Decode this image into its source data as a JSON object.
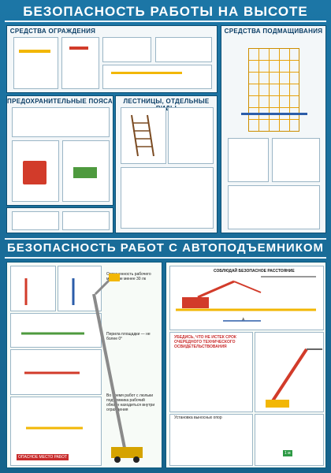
{
  "titles": {
    "main_top": "БЕЗОПАСНОСТЬ  РАБОТЫ  НА ВЫСОТЕ",
    "main_bottom": "БЕЗОПАСНОСТЬ РАБОТ С АВТОПОДЪЕМНИКОМ"
  },
  "sections": {
    "guards": "СРЕДСТВА ОГРАЖДЕНИЯ",
    "scaffolding": "СРЕДСТВА ПОДМАЩИВАНИЯ",
    "belts": "ПРЕДОХРАНИТЕЛЬНЫЕ ПОЯСА",
    "ladders": "ЛЕСТНИЦЫ, ОТДЕЛЬНЫЕ ВИДЫ"
  },
  "lift": {
    "keep_distance": "СОБЛЮДАЙ БЕЗОПАСНОЕ РАССТОЯНИЕ",
    "lighting_note": "Освещенность рабочего места не менее 30 лк",
    "railing_note": "Перила площадки — не более 0°",
    "basket_note": "Во время работ с люльки подъемника рабочий обязан находиться внутри ограждения",
    "zone_label": "ОПАСНОЕ МЕСТО РАБОТ",
    "check_label": "УБЕДИСЬ, ЧТО НЕ ИСТЕК СРОК ОЧЕРЕДНОГО ТЕХНИЧЕСКОГО ОСВИДЕТЕЛЬСТВОВАНИЯ",
    "supports_note": "Установка выносных опор",
    "distance_label": "А",
    "height_label": "1 м"
  },
  "colors": {
    "background": "#1c76a6",
    "panel": "#f3f7f9",
    "accent_red": "#d23b2a",
    "accent_yellow": "#f2b705",
    "accent_green": "#4e9a3e"
  }
}
